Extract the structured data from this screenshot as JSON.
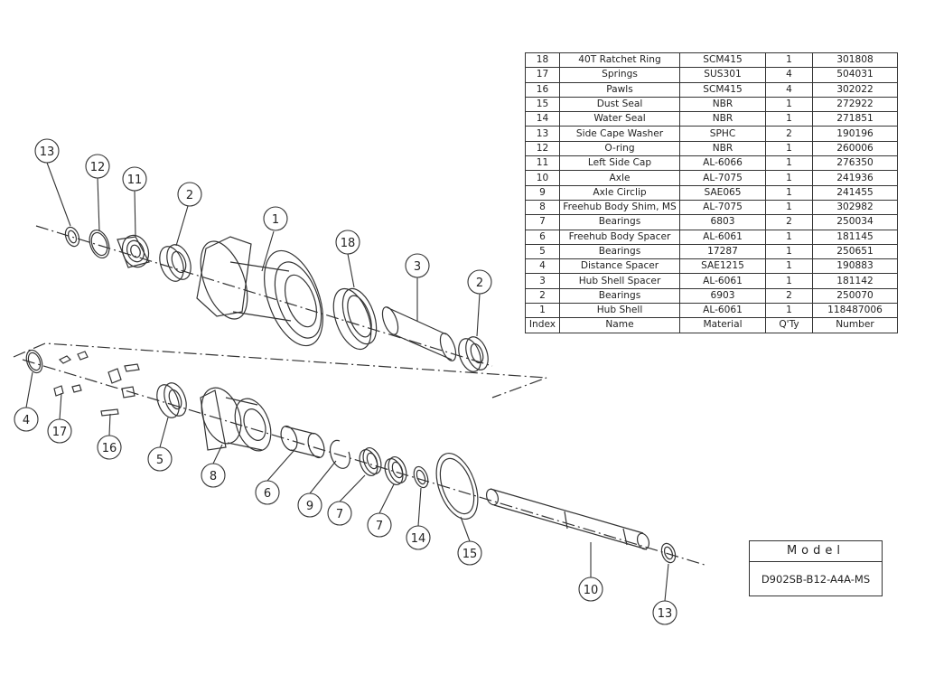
{
  "table": {
    "headers": [
      "Index",
      "Name",
      "Material",
      "Q'Ty",
      "Number"
    ],
    "rows": [
      [
        "18",
        "40T Ratchet Ring",
        "SCM415",
        "1",
        "301808"
      ],
      [
        "17",
        "Springs",
        "SUS301",
        "4",
        "504031"
      ],
      [
        "16",
        "Pawls",
        "SCM415",
        "4",
        "302022"
      ],
      [
        "15",
        "Dust Seal",
        "NBR",
        "1",
        "272922"
      ],
      [
        "14",
        "Water Seal",
        "NBR",
        "1",
        "271851"
      ],
      [
        "13",
        "Side Cape Washer",
        "SPHC",
        "2",
        "190196"
      ],
      [
        "12",
        "O-ring",
        "NBR",
        "1",
        "260006"
      ],
      [
        "11",
        "Left Side Cap",
        "AL-6066",
        "1",
        "276350"
      ],
      [
        "10",
        "Axle",
        "AL-7075",
        "1",
        "241936"
      ],
      [
        "9",
        "Axle Circlip",
        "SAE065",
        "1",
        "241455"
      ],
      [
        "8",
        "Freehub Body Shim, MS",
        "AL-7075",
        "1",
        "302982"
      ],
      [
        "7",
        "Bearings",
        "6803",
        "2",
        "250034"
      ],
      [
        "6",
        "Freehub Body Spacer",
        "AL-6061",
        "1",
        "181145"
      ],
      [
        "5",
        "Bearings",
        "17287",
        "1",
        "250651"
      ],
      [
        "4",
        "Distance Spacer",
        "SAE1215",
        "1",
        "190883"
      ],
      [
        "3",
        "Hub Shell Spacer",
        "AL-6061",
        "1",
        "181142"
      ],
      [
        "2",
        "Bearings",
        "6903",
        "2",
        "250070"
      ],
      [
        "1",
        "Hub Shell",
        "AL-6061",
        "1",
        "118487006"
      ]
    ]
  },
  "model": {
    "label": "Model",
    "value": "D902SB-B12-A4A-MS"
  },
  "callouts": [
    {
      "id": "c13a",
      "label": "13"
    },
    {
      "id": "c12",
      "label": "12"
    },
    {
      "id": "c11",
      "label": "11"
    },
    {
      "id": "c2a",
      "label": "2"
    },
    {
      "id": "c1",
      "label": "1"
    },
    {
      "id": "c18",
      "label": "18"
    },
    {
      "id": "c3",
      "label": "3"
    },
    {
      "id": "c2b",
      "label": "2"
    },
    {
      "id": "c4",
      "label": "4"
    },
    {
      "id": "c17",
      "label": "17"
    },
    {
      "id": "c16",
      "label": "16"
    },
    {
      "id": "c5",
      "label": "5"
    },
    {
      "id": "c8",
      "label": "8"
    },
    {
      "id": "c6",
      "label": "6"
    },
    {
      "id": "c9",
      "label": "9"
    },
    {
      "id": "c7a",
      "label": "7"
    },
    {
      "id": "c7b",
      "label": "7"
    },
    {
      "id": "c14",
      "label": "14"
    },
    {
      "id": "c15",
      "label": "15"
    },
    {
      "id": "c10",
      "label": "10"
    },
    {
      "id": "c13b",
      "label": "13"
    }
  ]
}
